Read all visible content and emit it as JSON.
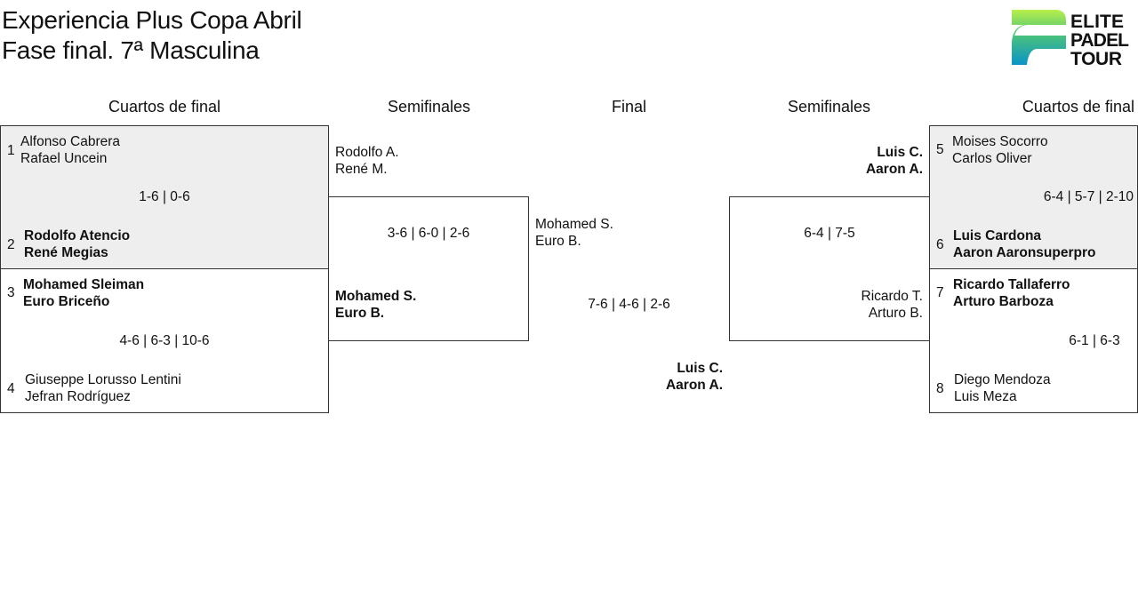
{
  "title": {
    "line1": "Experiencia Plus Copa Abril",
    "line2": "Fase final. 7ª Masculina"
  },
  "logo": {
    "text": [
      "ELITE",
      "PADEL",
      "TOUR"
    ],
    "colors": {
      "green": "#b8f04a",
      "blue": "#0a94c8"
    }
  },
  "rounds": {
    "qf_left": "Cuartos de final",
    "sf_left": "Semifinales",
    "final": "Final",
    "sf_right": "Semifinales",
    "qf_right": "Cuartos de final"
  },
  "qf": [
    {
      "top": {
        "seed": "1",
        "p1": "Alfonso Cabrera",
        "p2": "Rafael Uncein"
      },
      "bottom": {
        "seed": "2",
        "p1": "Rodolfo Atencio",
        "p2": "René Megias"
      },
      "score": "1-6 | 0-6"
    },
    {
      "top": {
        "seed": "3",
        "p1": "Mohamed Sleiman",
        "p2": "Euro Briceño"
      },
      "bottom": {
        "seed": "4",
        "p1": "Giuseppe Lorusso Lentini",
        "p2": "Jefran Rodríguez"
      },
      "score": "4-6 | 6-3 | 10-6"
    },
    {
      "top": {
        "seed": "5",
        "p1": "Moises Socorro",
        "p2": "Carlos Oliver"
      },
      "bottom": {
        "seed": "6",
        "p1": "Luis Cardona",
        "p2": "Aaron Aaronsuperpro"
      },
      "score": "6-4 | 5-7 | 2-10"
    },
    {
      "top": {
        "seed": "7",
        "p1": "Ricardo Tallaferro",
        "p2": "Arturo Barboza"
      },
      "bottom": {
        "seed": "8",
        "p1": "Diego Mendoza",
        "p2": "Luis Meza"
      },
      "score": "6-1 | 6-3"
    }
  ],
  "sf_left": {
    "top": {
      "p1": "Rodolfo A.",
      "p2": "René M."
    },
    "bottom": {
      "p1": "Mohamed S.",
      "p2": "Euro B."
    },
    "score": "3-6 | 6-0 | 2-6"
  },
  "sf_right": {
    "top": {
      "p1": "Luis C.",
      "p2": "Aaron A."
    },
    "bottom": {
      "p1": "Ricardo T.",
      "p2": "Arturo B."
    },
    "score": "6-4 | 7-5"
  },
  "final": {
    "top": {
      "p1": "Mohamed S.",
      "p2": "Euro B."
    },
    "bottom": {
      "p1": "Luis C.",
      "p2": "Aaron A."
    },
    "score": "7-6 | 4-6 | 2-6"
  }
}
